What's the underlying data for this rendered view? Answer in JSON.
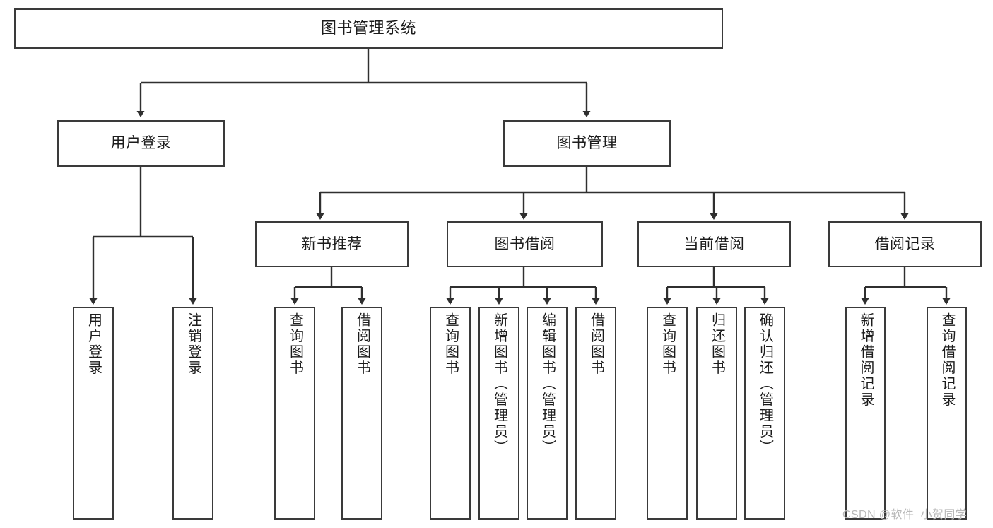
{
  "diagram": {
    "title": "图书管理系统",
    "type": "tree-hierarchy-chart",
    "root": {
      "label": "图书管理系统"
    },
    "level1": [
      {
        "label": "用户登录"
      },
      {
        "label": "图书管理"
      }
    ],
    "level2": [
      {
        "label": "新书推荐"
      },
      {
        "label": "图书借阅"
      },
      {
        "label": "当前借阅"
      },
      {
        "label": "借阅记录"
      }
    ],
    "leaves": {
      "user_login": [
        {
          "label": "用户登录"
        },
        {
          "label": "注销登录"
        }
      ],
      "new_book_recommend": [
        {
          "label": "查询图书"
        },
        {
          "label": "借阅图书"
        }
      ],
      "book_borrow": [
        {
          "label": "查询图书"
        },
        {
          "label": "新增图书（管理员）"
        },
        {
          "label": "编辑图书（管理员）"
        },
        {
          "label": "借阅图书"
        }
      ],
      "current_borrow": [
        {
          "label": "查询图书"
        },
        {
          "label": "归还图书"
        },
        {
          "label": "确认归还（管理员）"
        }
      ],
      "borrow_record": [
        {
          "label": "新增借阅记录"
        },
        {
          "label": "查询借阅记录"
        }
      ]
    }
  },
  "watermark": {
    "text": "CSDN @软件_小贺同学"
  },
  "colors": {
    "box_border": "#3a3a3a",
    "box_fill": "#ffffff",
    "line": "#2f2f2f",
    "text": "#1c1c1c",
    "watermark": "#b9b9b9",
    "background": "#ffffff"
  }
}
